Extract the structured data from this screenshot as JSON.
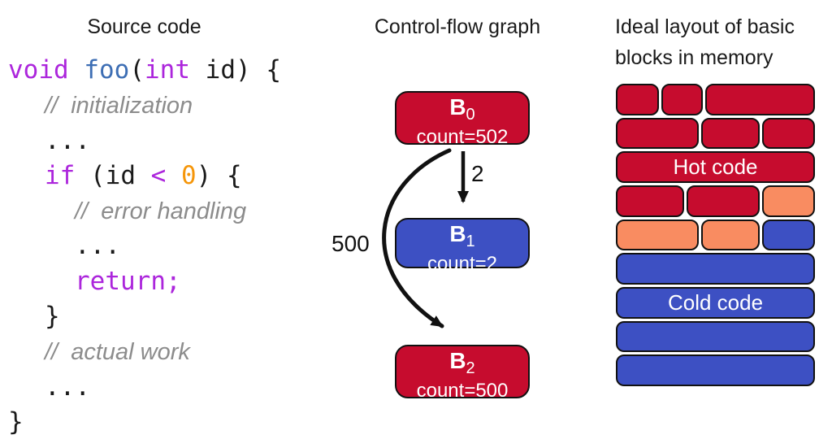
{
  "colors": {
    "hot": "#C60C2E",
    "cold": "#3D50C3",
    "warm": "#F98C61",
    "keyword": "#AC26DC",
    "function": "#3D6EB4",
    "number": "#F5960A",
    "comment": "#8C8C8C"
  },
  "panels": {
    "source": {
      "title": "Source code",
      "lines": [
        {
          "indent": 0,
          "tokens": [
            {
              "t": "void",
              "c": "keyword"
            },
            {
              "t": " ",
              "c": "plain"
            },
            {
              "t": "foo",
              "c": "function"
            },
            {
              "t": "(",
              "c": "plain"
            },
            {
              "t": "int",
              "c": "keyword"
            },
            {
              "t": " id) {",
              "c": "plain"
            }
          ]
        },
        {
          "indent": 1,
          "tokens": [
            {
              "t": "//  initialization",
              "c": "comment"
            }
          ]
        },
        {
          "indent": 1,
          "tokens": [
            {
              "t": "...",
              "c": "plain"
            }
          ]
        },
        {
          "indent": 1,
          "tokens": [
            {
              "t": "if",
              "c": "keyword"
            },
            {
              "t": " (id ",
              "c": "plain"
            },
            {
              "t": "<",
              "c": "keyword"
            },
            {
              "t": " ",
              "c": "plain"
            },
            {
              "t": "0",
              "c": "number"
            },
            {
              "t": ") {",
              "c": "plain"
            }
          ]
        },
        {
          "indent": 2,
          "tokens": [
            {
              "t": "//  error handling",
              "c": "comment"
            }
          ]
        },
        {
          "indent": 2,
          "tokens": [
            {
              "t": "...",
              "c": "plain"
            }
          ]
        },
        {
          "indent": 2,
          "tokens": [
            {
              "t": "return;",
              "c": "keyword"
            }
          ]
        },
        {
          "indent": 1,
          "tokens": [
            {
              "t": "}",
              "c": "plain"
            }
          ]
        },
        {
          "indent": 1,
          "tokens": [
            {
              "t": "//  actual work",
              "c": "comment"
            }
          ]
        },
        {
          "indent": 1,
          "tokens": [
            {
              "t": "...",
              "c": "plain"
            }
          ]
        },
        {
          "indent": 0,
          "tokens": [
            {
              "t": "}",
              "c": "plain"
            }
          ]
        }
      ]
    },
    "cfg": {
      "title": "Control-flow graph",
      "nodes": [
        {
          "id": "B",
          "sub": "0",
          "count_label": "count=502",
          "kind": "hot"
        },
        {
          "id": "B",
          "sub": "1",
          "count_label": "count=2",
          "kind": "cold"
        },
        {
          "id": "B",
          "sub": "2",
          "count_label": "count=500",
          "kind": "hot"
        }
      ],
      "edges": [
        {
          "from": "B0",
          "to": "B1",
          "label": "2"
        },
        {
          "from": "B0",
          "to": "B2",
          "label": "500"
        }
      ]
    },
    "memory": {
      "title_line1": "Ideal layout of basic",
      "title_line2": "blocks in memory",
      "rows": [
        {
          "blocks": [
            {
              "w": 21,
              "kind": "hot"
            },
            {
              "w": 20,
              "kind": "hot"
            },
            {
              "w": 56,
              "kind": "hot"
            }
          ]
        },
        {
          "blocks": [
            {
              "w": 42,
              "kind": "hot"
            },
            {
              "w": 29,
              "kind": "hot"
            },
            {
              "w": 26,
              "kind": "hot"
            }
          ]
        },
        {
          "blocks": [
            {
              "w": 100,
              "kind": "hot",
              "label": "Hot code"
            }
          ]
        },
        {
          "blocks": [
            {
              "w": 34,
              "kind": "hot"
            },
            {
              "w": 37,
              "kind": "hot"
            },
            {
              "w": 26,
              "kind": "warm"
            }
          ]
        },
        {
          "blocks": [
            {
              "w": 42,
              "kind": "warm"
            },
            {
              "w": 29,
              "kind": "warm"
            },
            {
              "w": 26,
              "kind": "cold"
            }
          ]
        },
        {
          "blocks": [
            {
              "w": 100,
              "kind": "cold"
            }
          ]
        },
        {
          "blocks": [
            {
              "w": 100,
              "kind": "cold",
              "label": "Cold code"
            }
          ]
        },
        {
          "blocks": [
            {
              "w": 100,
              "kind": "cold"
            }
          ]
        },
        {
          "blocks": [
            {
              "w": 100,
              "kind": "cold"
            }
          ]
        }
      ]
    }
  }
}
